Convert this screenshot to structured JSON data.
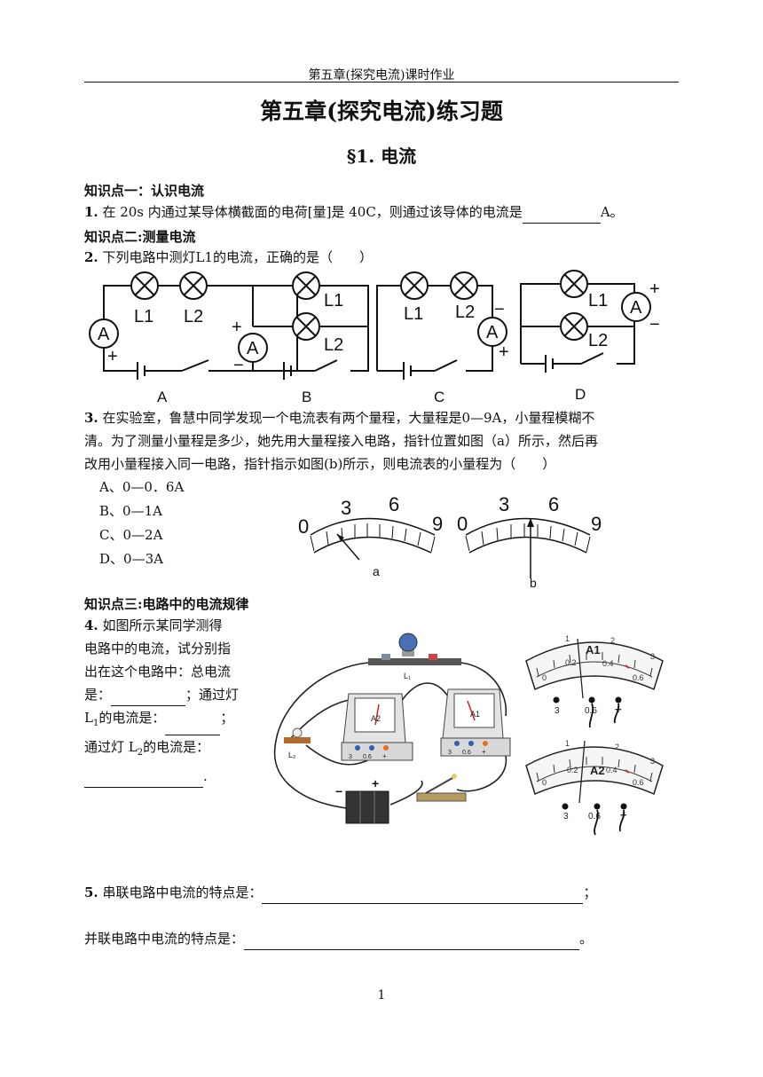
{
  "header": {
    "text": "第五章(探究电流)课时作业"
  },
  "title": "第五章(探究电流)练习题",
  "section": "§1. 电流",
  "kp1": "知识点一：认识电流",
  "q1": {
    "num": "1.",
    "text": " 在 20s 内通过某导体横截面的电荷[量]是 40C，则通过该导体的电流是",
    "unit": "A。"
  },
  "kp2": "知识点二:测量电流",
  "q2": {
    "num": "2.",
    "text": " 下列电路中测灯L1的电流，正确的是（　　）"
  },
  "circuits": {
    "ammeter": "A",
    "l1": "L1",
    "l2": "L2",
    "plus": "+",
    "minus": "−",
    "labels": [
      "A",
      "B",
      "C",
      "D"
    ]
  },
  "q3": {
    "num": "3.",
    "line1": " 在实验室，鲁慧中同学发现一个电流表有两个量程，大量程是0—9A，小量程模糊不",
    "line2": "清。为了测量小量程是多少，她先用大量程接入电路，指针位置如图（a）所示，然后再",
    "line3": "改用小量程接入同一电路，指针指示如图(b)所示，则电流表的小量程为（　　）",
    "options": [
      "A、0—0．6A",
      "B、0—1A",
      "C、0—2A",
      "D、0—3A"
    ]
  },
  "dials": {
    "ticks": [
      "0",
      "3",
      "6",
      "9"
    ],
    "labels": [
      "a",
      "b"
    ]
  },
  "kp3": "知识点三:电路中的电流规律",
  "q4": {
    "num": "4.",
    "lines": [
      "如图所示某同学测得",
      "电路中的电流，试分别指",
      "出在这个电路中：总电流",
      "是：",
      "；通过灯",
      "的电流是：",
      "；",
      "通过灯 L",
      "的电流是：",
      "."
    ],
    "l1": "L",
    "sub1": "1",
    "sub2": "2"
  },
  "photo": {
    "lamp_l1": "L₁",
    "lamp_l2": "L₂",
    "meter_a1": "A1",
    "meter_a2": "A2",
    "terminals": [
      "3",
      "0.6",
      "+"
    ],
    "plus": "+",
    "minus": "−"
  },
  "meter_faces": {
    "top_scale": [
      "0",
      "1",
      "2",
      "3"
    ],
    "bottom_scale": [
      "0",
      "0.2",
      "0.4",
      "0.6"
    ],
    "a1": "A1",
    "a2": "A2",
    "terminals": [
      "3",
      "0.6",
      "+"
    ]
  },
  "q5": {
    "num": "5.",
    "series": " 串联电路中电流的特点是：",
    "series_end": "；",
    "parallel": "并联电路中电流的特点是：",
    "parallel_end": "。"
  },
  "page_number": "1"
}
